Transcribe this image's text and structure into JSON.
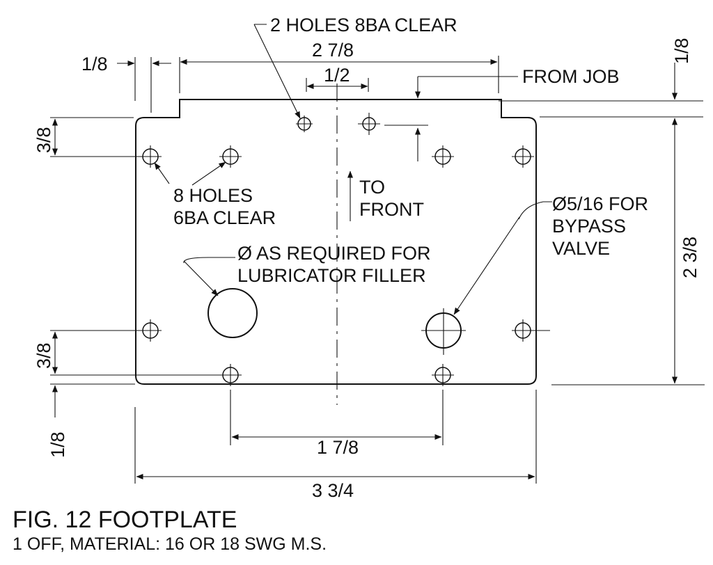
{
  "caption": {
    "title": "FIG. 12 FOOTPLATE",
    "subtitle": "1 OFF, MATERIAL: 16 OR 18 SWG M.S."
  },
  "dimensions": {
    "top_step_left": "1/8",
    "top_width": "2 7/8",
    "center_spacing": "1/2",
    "right_step_top": "1/8",
    "left_upper_offset": "3/8",
    "left_lower_offset": "3/8",
    "left_bottom_edge": "1/8",
    "height": "2 3/8",
    "bottom_hole_spacing": "1 7/8",
    "overall_width": "3 3/4"
  },
  "notes": {
    "top_holes": "2 HOLES 8BA CLEAR",
    "from_job": "FROM JOB",
    "corner_holes_line1": "8 HOLES",
    "corner_holes_line2": "6BA CLEAR",
    "to_front_line1": "TO",
    "to_front_line2": "FRONT",
    "lubricator_line1": "Ø AS REQUIRED FOR",
    "lubricator_line2": "LUBRICATOR FILLER",
    "bypass_line1": "Ø5/16 FOR",
    "bypass_line2": "BYPASS",
    "bypass_line3": "VALVE"
  }
}
